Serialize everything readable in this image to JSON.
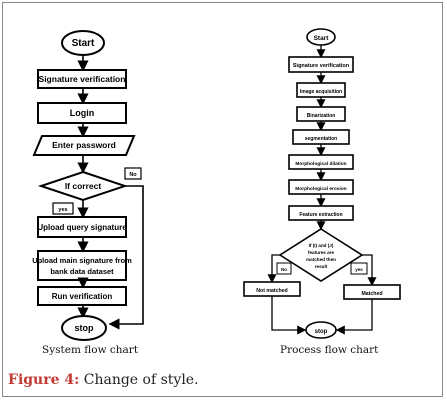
{
  "left_chart": {
    "title": "System flow chart",
    "start": "Start",
    "sig_verify": "Signature verification",
    "login": "Login",
    "enter_password": "Enter password",
    "if_correct": "If correct",
    "no": "No",
    "yes": "yes",
    "upload_query": "Upload query signature",
    "upload_main_1": "Upload main signature from",
    "upload_main_2": "bank data dataset",
    "run_verification": "Run verification",
    "stop": "stop"
  },
  "right_chart": {
    "title": "Process flow chart",
    "start": "Start",
    "sig_verify": "Signature verification",
    "image_acq": "Image acquisition",
    "binarization": "Binarization",
    "segmentation": "segmentation",
    "morph_dilation": "Morphological dilation",
    "morph_erosion": "Morphological erosion",
    "feature_extraction": "Feature extraction",
    "cond_1": "If (I) and (J)",
    "cond_2": "features are",
    "cond_3": "matched then",
    "cond_4": "result",
    "no": "No",
    "yes": "yes",
    "not_matched": "Not matched",
    "matched": "Matched",
    "stop": "stop"
  },
  "caption": {
    "label": "Figure 4:",
    "text": "Change of style."
  },
  "colors": {
    "caption_label": "#c23a34",
    "border": "#8a8a8a",
    "stroke": "#000000"
  }
}
